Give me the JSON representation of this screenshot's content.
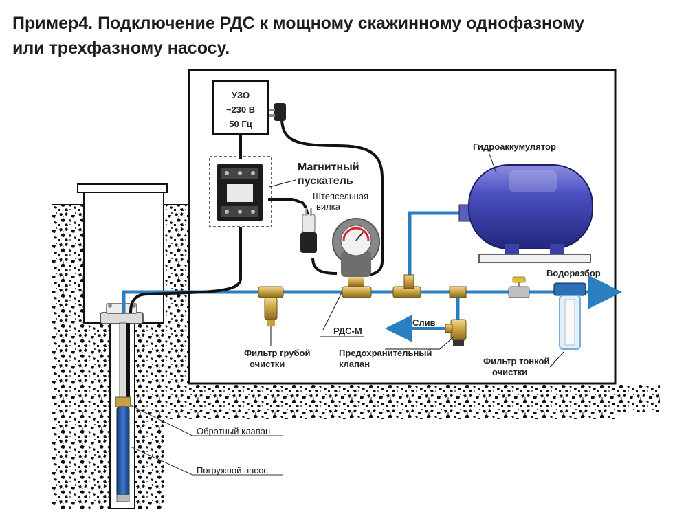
{
  "title": {
    "line1": "Пример4. Подключение РДС к мощному скажинному однофазному",
    "line2": "или трехфазному насосу."
  },
  "labels": {
    "uzo_line1": "УЗО",
    "uzo_line2": "~230 В",
    "uzo_line3": "50 Гц",
    "contactor_line1": "Магнитный",
    "contactor_line2": "пускатель",
    "plug_line1": "Штепсельная",
    "plug_line2": "вилка",
    "accumulator": "Гидроаккумулятор",
    "water_outlet": "Водоразбор",
    "coarse_filter_line1": "Фильтр грубой",
    "coarse_filter_line2": "очистки",
    "rds": "РДС-М",
    "drain": "Слив",
    "safety_valve_line1": "Предохранительный",
    "safety_valve_line2": "клапан",
    "fine_filter_line1": "Фильтр тонкой",
    "fine_filter_line2": "очистки",
    "check_valve": "Обратный клапан",
    "pump": "Погружной насос"
  },
  "colors": {
    "pipe": "#2a7fc1",
    "cable": "#111111",
    "tank": "#3b3fa8",
    "brass": "#c8a040",
    "soil": "#111111",
    "gauge_body": "#6e6e6e"
  }
}
